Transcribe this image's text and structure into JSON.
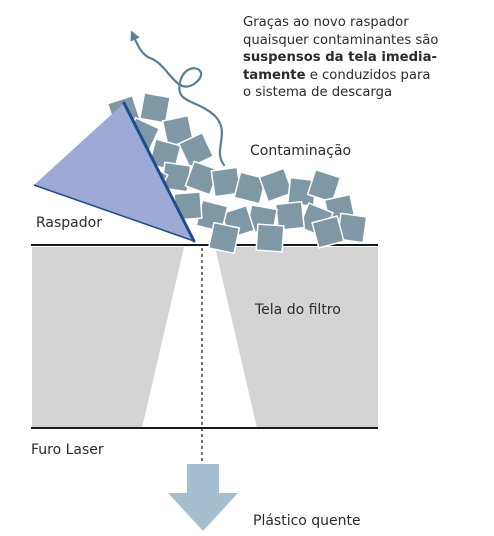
{
  "description": {
    "line1": "Graças ao novo raspador",
    "line2": "quaisquer contaminantes são",
    "line3_bold": "suspensos da tela imedia-",
    "line4_bold": "tamente",
    "line4_rest": " e conduzidos para",
    "line5": "o sistema de descarga"
  },
  "labels": {
    "contamination": "Contaminação",
    "scraper": "Raspador",
    "filter_screen": "Tela do filtro",
    "laser_hole": "Furo Laser",
    "hot_plastic": "Plástico quente"
  },
  "colors": {
    "scraper_fill": "#9daad6",
    "scraper_edge": "#1f4d8c",
    "particle": "#7e98a5",
    "screen": "#d4d4d4",
    "flow_arrow": "#a6bfd0",
    "curl_arrow": "#5b7f98",
    "line": "#1a1a1a"
  }
}
